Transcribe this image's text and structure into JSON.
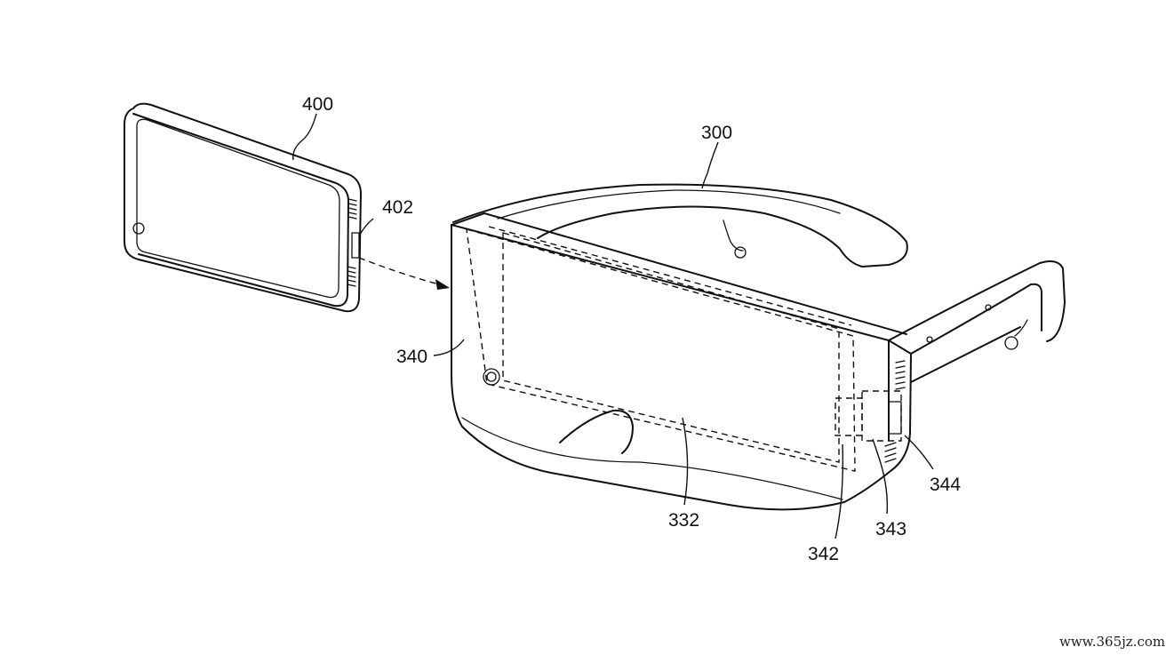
{
  "labels": {
    "device": "400",
    "device_port": "402",
    "headset": "300",
    "frame": "340",
    "display_area": "332",
    "connector": "342",
    "connector_inner": "343",
    "connector_port": "344"
  },
  "watermark": "www.365jz.com"
}
